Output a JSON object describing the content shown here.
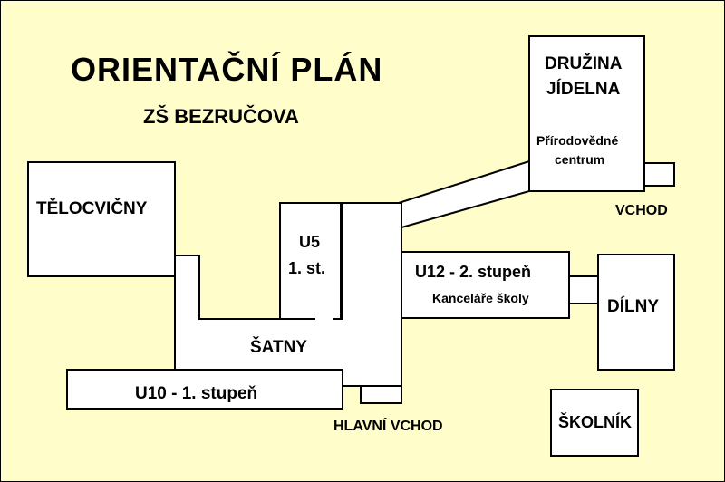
{
  "colors": {
    "background": "#fffdc9",
    "building": "#ffffff",
    "outline": "#000000"
  },
  "title": "ORIENTAČNÍ PLÁN",
  "subtitle": "ZŠ BEZRUČOVA",
  "rooms": {
    "druzina": "DRUŽINA",
    "jidelna": "JÍDELNA",
    "prirodovedne": "Přírodovědné",
    "centrum": "centrum",
    "telocvicny": "TĚLOCVIČNY",
    "u5": "U5",
    "u5_sub": "1. st.",
    "u12": "U12 - 2. stupeň",
    "kancelare": "Kanceláře školy",
    "dilny": "DÍLNY",
    "satny": "ŠATNY",
    "u10": "U10 - 1. stupeň",
    "skolnik": "ŠKOLNÍK"
  },
  "entrances": {
    "vchod": "VCHOD",
    "hlavni_vchod": "HLAVNÍ VCHOD"
  }
}
